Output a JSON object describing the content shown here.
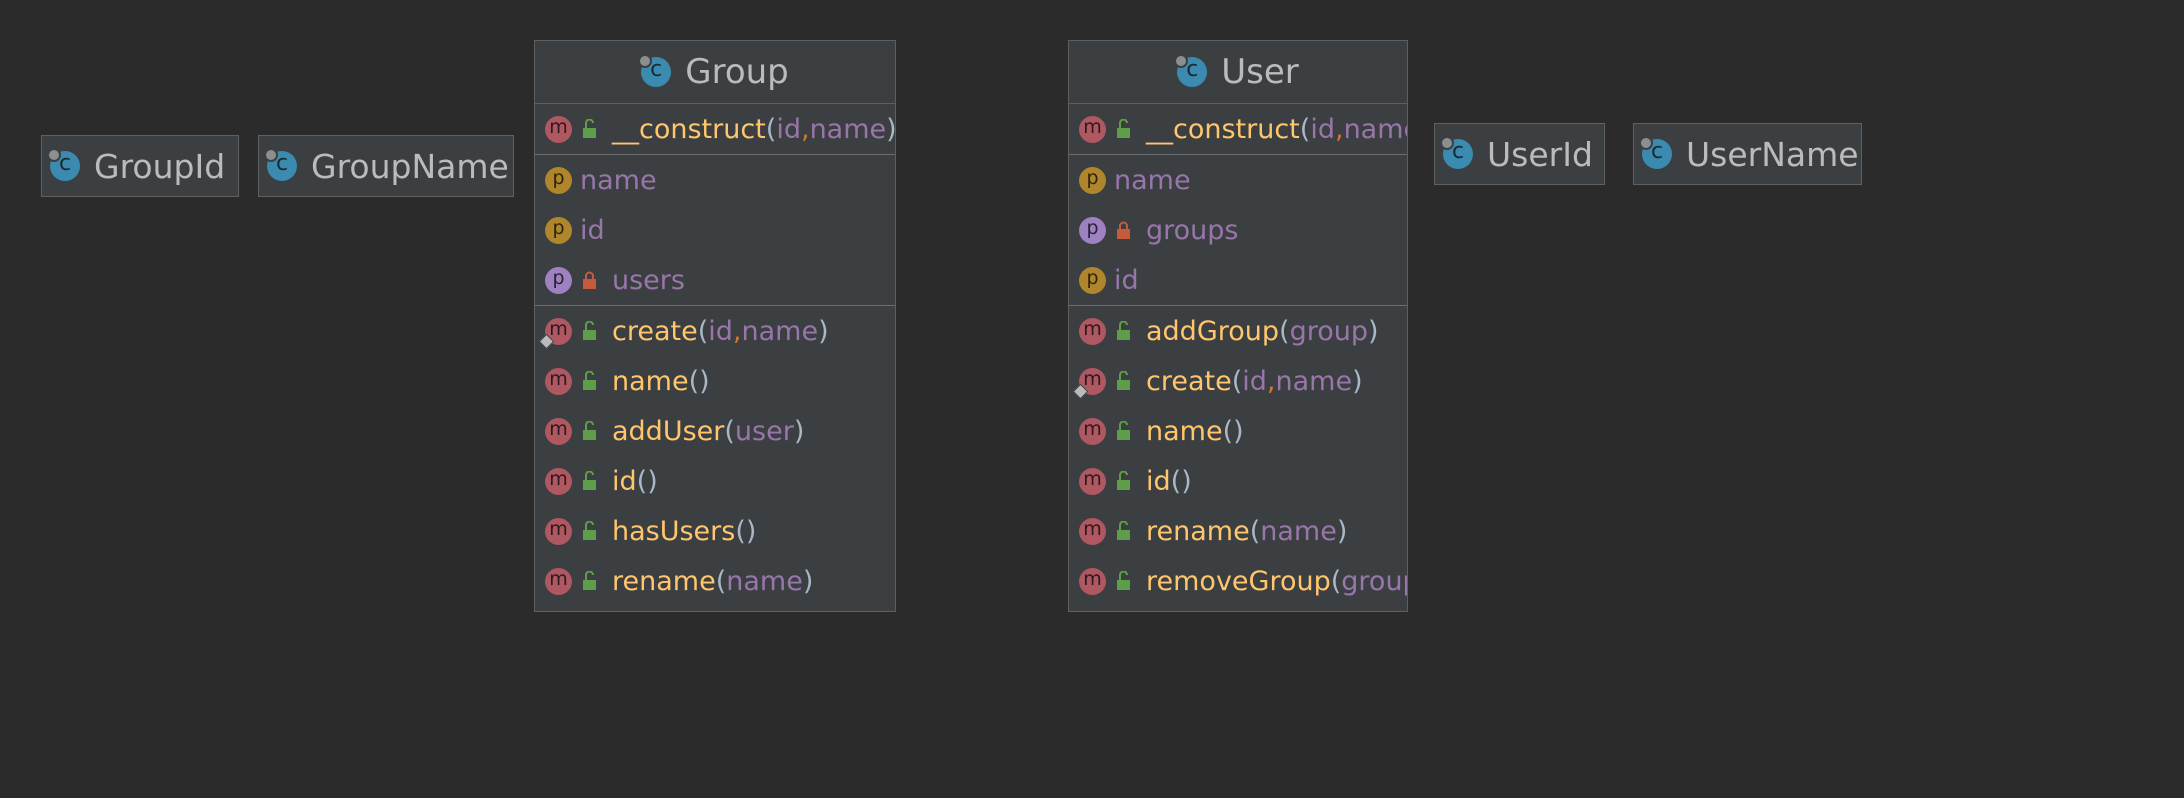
{
  "small_classes": {
    "group_id": "GroupId",
    "group_name": "GroupName",
    "user_id": "UserId",
    "user_name": "UserName"
  },
  "group": {
    "title": "Group",
    "constructor": {
      "name": "__construct",
      "params": [
        "id",
        "name"
      ]
    },
    "fields": [
      {
        "name": "name",
        "private": false
      },
      {
        "name": "id",
        "private": false
      },
      {
        "name": "users",
        "private": true
      }
    ],
    "methods": [
      {
        "name": "create",
        "params": [
          "id",
          "name"
        ],
        "static": true
      },
      {
        "name": "name",
        "params": []
      },
      {
        "name": "addUser",
        "params": [
          "user"
        ]
      },
      {
        "name": "id",
        "params": []
      },
      {
        "name": "hasUsers",
        "params": []
      },
      {
        "name": "rename",
        "params": [
          "name"
        ]
      }
    ]
  },
  "user": {
    "title": "User",
    "constructor": {
      "name": "__construct",
      "params": [
        "id",
        "name"
      ]
    },
    "fields": [
      {
        "name": "name",
        "private": false
      },
      {
        "name": "groups",
        "private": true
      },
      {
        "name": "id",
        "private": false
      }
    ],
    "methods": [
      {
        "name": "addGroup",
        "params": [
          "group"
        ]
      },
      {
        "name": "create",
        "params": [
          "id",
          "name"
        ],
        "static": true
      },
      {
        "name": "name",
        "params": []
      },
      {
        "name": "id",
        "params": []
      },
      {
        "name": "rename",
        "params": [
          "name"
        ]
      },
      {
        "name": "removeGroup",
        "params": [
          "group"
        ]
      }
    ]
  },
  "icons": {
    "class": "class-icon",
    "method": "method-icon",
    "property": "property-icon",
    "public": "unlocked-icon",
    "private": "lock-icon"
  },
  "colors": {
    "background": "#2b2b2b",
    "box": "#3c3f41",
    "method_name": "#ffc66d",
    "parameter": "#9876aa",
    "comma": "#cc7832",
    "method_badge": "#b05862",
    "public_property_badge": "#b0862c",
    "private_property_badge": "#9e81c0"
  }
}
